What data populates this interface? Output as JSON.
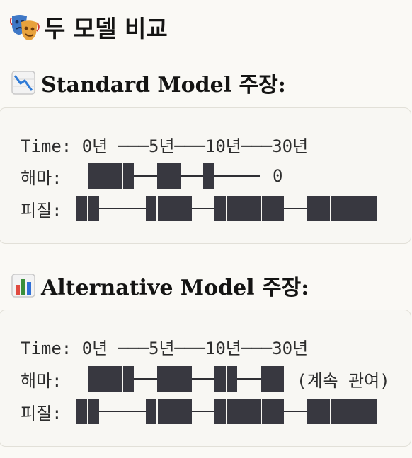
{
  "title": {
    "icon": "performing-arts-masks-icon",
    "text": "두 모델 비교"
  },
  "sections": [
    {
      "icon": "chart-decreasing-icon",
      "heading": "Standard Model 주장:",
      "code": {
        "time_line": "Time: 0년 ───5년───10년───30년",
        "hippocampus_label": "해마:",
        "hippocampus_trailing": "0",
        "cortex_label": "피질:"
      }
    },
    {
      "icon": "bar-chart-icon",
      "heading": "Alternative Model 주장:",
      "code": {
        "time_line": "Time: 0년 ───5년───10년───30년",
        "hippocampus_label": "해마:",
        "hippocampus_trailing": "(계속 관여)",
        "cortex_label": "피질:"
      }
    }
  ],
  "colors": {
    "background": "#faf9f5",
    "card_background": "#f8f7f3",
    "card_border": "#e2e0d8",
    "block": "#383840",
    "text": "#141413"
  }
}
